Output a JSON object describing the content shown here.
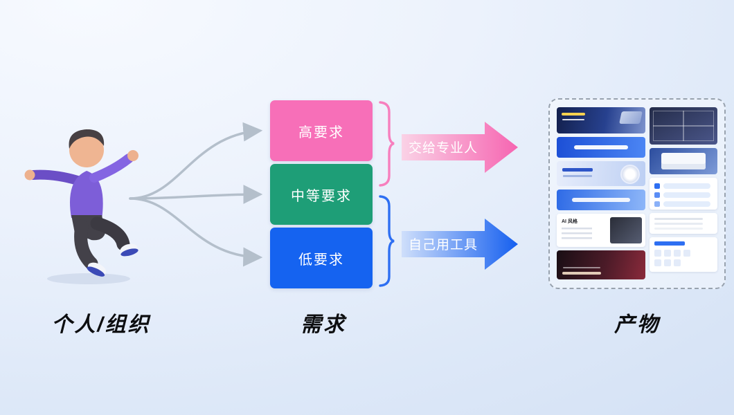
{
  "entity": {
    "label": "个人/组织"
  },
  "demand": {
    "label": "需求",
    "boxes": [
      {
        "label": "高要求",
        "color": "#f76fb8"
      },
      {
        "label": "中等要求",
        "color": "#1e9e77"
      },
      {
        "label": "低要求",
        "color": "#1563f0"
      }
    ]
  },
  "flows": [
    {
      "label": "交给专业人",
      "brace_color": "#f77fbe",
      "gradient_from": "#fad2e6",
      "gradient_to": "#f665b1",
      "text_color": "#ffffff"
    },
    {
      "label": "自己用工具",
      "brace_color": "#2e6ff2",
      "gradient_from": "#cfdffb",
      "gradient_to": "#155fef",
      "text_color": "#ffffff"
    }
  ],
  "connector_color": "#b4bfcb",
  "product": {
    "label": "产物",
    "thumbnail_texts": [
      "AI 风格"
    ]
  }
}
